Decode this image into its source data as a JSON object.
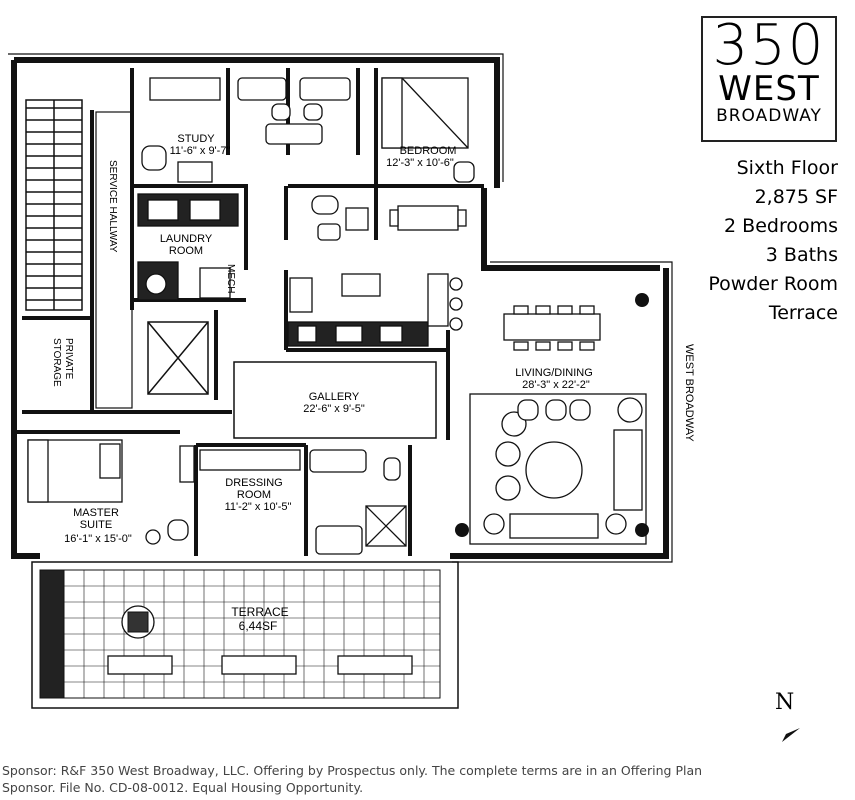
{
  "logo": {
    "line1": "350",
    "line2": "WEST",
    "line3": "BROADWAY"
  },
  "info": [
    "Sixth Floor",
    "2,875 SF",
    "2 Bedrooms",
    "3 Baths",
    "Powder Room",
    "Terrace"
  ],
  "rooms": {
    "study": {
      "name": "STUDY",
      "dims": "11'-6\" x 9'-7\""
    },
    "bedroom": {
      "name": "BEDROOM",
      "dims": "12'-3\" x 10'-6\""
    },
    "service_hallway": "SERVICE HALLWAY",
    "laundry": {
      "line1": "LAUNDRY",
      "line2": "ROOM"
    },
    "mech": "MECH",
    "private_storage": {
      "line1": "PRIVATE",
      "line2": "STORAGE"
    },
    "gallery": {
      "name": "GALLERY",
      "dims": "22'-6\" x 9'-5\""
    },
    "living_dining": {
      "name": "LIVING/DINING",
      "dims": "28'-3\" x 22'-2\""
    },
    "dressing": {
      "line1": "DRESSING",
      "line2": "ROOM",
      "dims": "11'-2\" x 10'-5\""
    },
    "master": {
      "line1": "MASTER",
      "line2": "SUITE",
      "dims": "16'-1\" x 15'-0\""
    },
    "terrace": {
      "name": "TERRACE",
      "area": "6,44SF"
    }
  },
  "street_label": "WEST BROADWAY",
  "compass": "N",
  "footer": {
    "line1": "Sponsor: R&F 350 West Broadway, LLC. Offering by Prospectus only. The complete terms are in an Offering Plan",
    "line2": "Sponsor. File No. CD-08-0012. Equal Housing Opportunity."
  }
}
